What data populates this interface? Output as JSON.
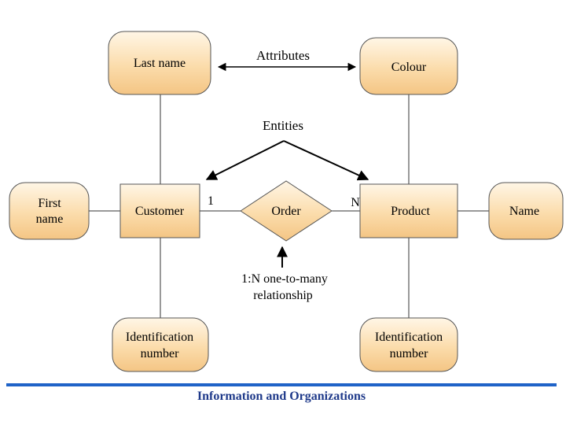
{
  "diagram": {
    "callouts": {
      "attributes": "Attributes",
      "entities": "Entities",
      "relationship_line1": "1:N one-to-many",
      "relationship_line2": "relationship"
    },
    "attributes": {
      "last_name": "Last name",
      "colour": "Colour",
      "first_name_line1": "First",
      "first_name_line2": "name",
      "name": "Name",
      "customer_id_line1": "Identification",
      "customer_id_line2": "number",
      "product_id_line1": "Identification",
      "product_id_line2": "number"
    },
    "entities": {
      "customer": "Customer",
      "product": "Product"
    },
    "relationship": {
      "label": "Order",
      "left_cardinality": "1",
      "right_cardinality": "N"
    },
    "footer": "Information and Organizations",
    "colors": {
      "fill_light": "#fff6e6",
      "fill_dark": "#f6c98c",
      "rule": "#1f63c8",
      "caption": "#1f3a8a"
    }
  }
}
